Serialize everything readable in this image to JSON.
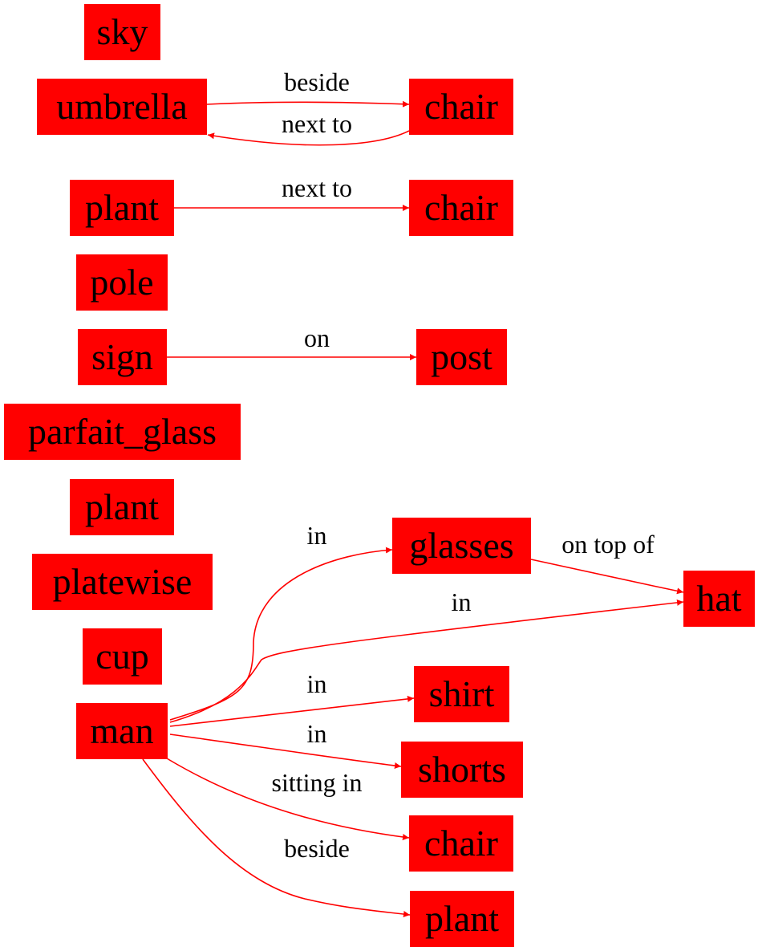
{
  "colors": {
    "node_fill": "#ff0000",
    "edge": "#ff0000",
    "text": "#000000",
    "background": "#ffffff"
  },
  "nodes": [
    {
      "id": "sky",
      "label": "sky"
    },
    {
      "id": "umbrella",
      "label": "umbrella"
    },
    {
      "id": "chair1",
      "label": "chair"
    },
    {
      "id": "plant1",
      "label": "plant"
    },
    {
      "id": "chair2",
      "label": "chair"
    },
    {
      "id": "pole",
      "label": "pole"
    },
    {
      "id": "sign",
      "label": "sign"
    },
    {
      "id": "post",
      "label": "post"
    },
    {
      "id": "parfait_glass",
      "label": "parfait_glass"
    },
    {
      "id": "plant2",
      "label": "plant"
    },
    {
      "id": "platewise",
      "label": "platewise"
    },
    {
      "id": "cup",
      "label": "cup"
    },
    {
      "id": "man",
      "label": "man"
    },
    {
      "id": "glasses",
      "label": "glasses"
    },
    {
      "id": "hat",
      "label": "hat"
    },
    {
      "id": "shirt",
      "label": "shirt"
    },
    {
      "id": "shorts",
      "label": "shorts"
    },
    {
      "id": "chair3",
      "label": "chair"
    },
    {
      "id": "plant3",
      "label": "plant"
    }
  ],
  "edges": [
    {
      "from": "umbrella",
      "to": "chair1",
      "label": "beside"
    },
    {
      "from": "chair1",
      "to": "umbrella",
      "label": "next to"
    },
    {
      "from": "plant1",
      "to": "chair2",
      "label": "next to"
    },
    {
      "from": "sign",
      "to": "post",
      "label": "on"
    },
    {
      "from": "man",
      "to": "glasses",
      "label": "in"
    },
    {
      "from": "glasses",
      "to": "hat",
      "label": "on top of"
    },
    {
      "from": "man",
      "to": "hat",
      "label": "in"
    },
    {
      "from": "man",
      "to": "shirt",
      "label": "in"
    },
    {
      "from": "man",
      "to": "shorts",
      "label": "in"
    },
    {
      "from": "man",
      "to": "chair3",
      "label": "sitting in"
    },
    {
      "from": "man",
      "to": "plant3",
      "label": "beside"
    }
  ]
}
